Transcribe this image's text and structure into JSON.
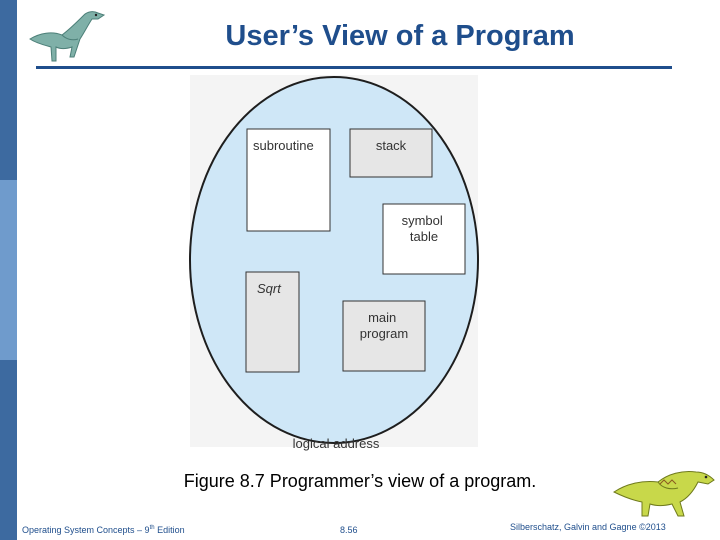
{
  "title": "User’s View of a Program",
  "diagram": {
    "blocks": [
      "subroutine",
      "stack",
      "symbol table",
      "Sqrt",
      "main program"
    ],
    "axis_label": "logical address"
  },
  "caption": "Figure 8.7 Programmer’s view of a program.",
  "footer": {
    "left_prefix": "Operating System Concepts – 9",
    "left_sup": "th",
    "left_suffix": " Edition",
    "page": "8.56",
    "right": "Silberschatz, Galvin and Gagne ©2013"
  },
  "colors": {
    "accent": "#1f4e8c",
    "sidebar_dark": "#3d6aa0",
    "sidebar_light": "#6f9bcc",
    "ellipse_fill": "#cfe7f7",
    "block_gray": "#e6e6e6"
  },
  "icons": [
    "dinosaur-logo-icon",
    "dinosaur-corner-icon"
  ]
}
